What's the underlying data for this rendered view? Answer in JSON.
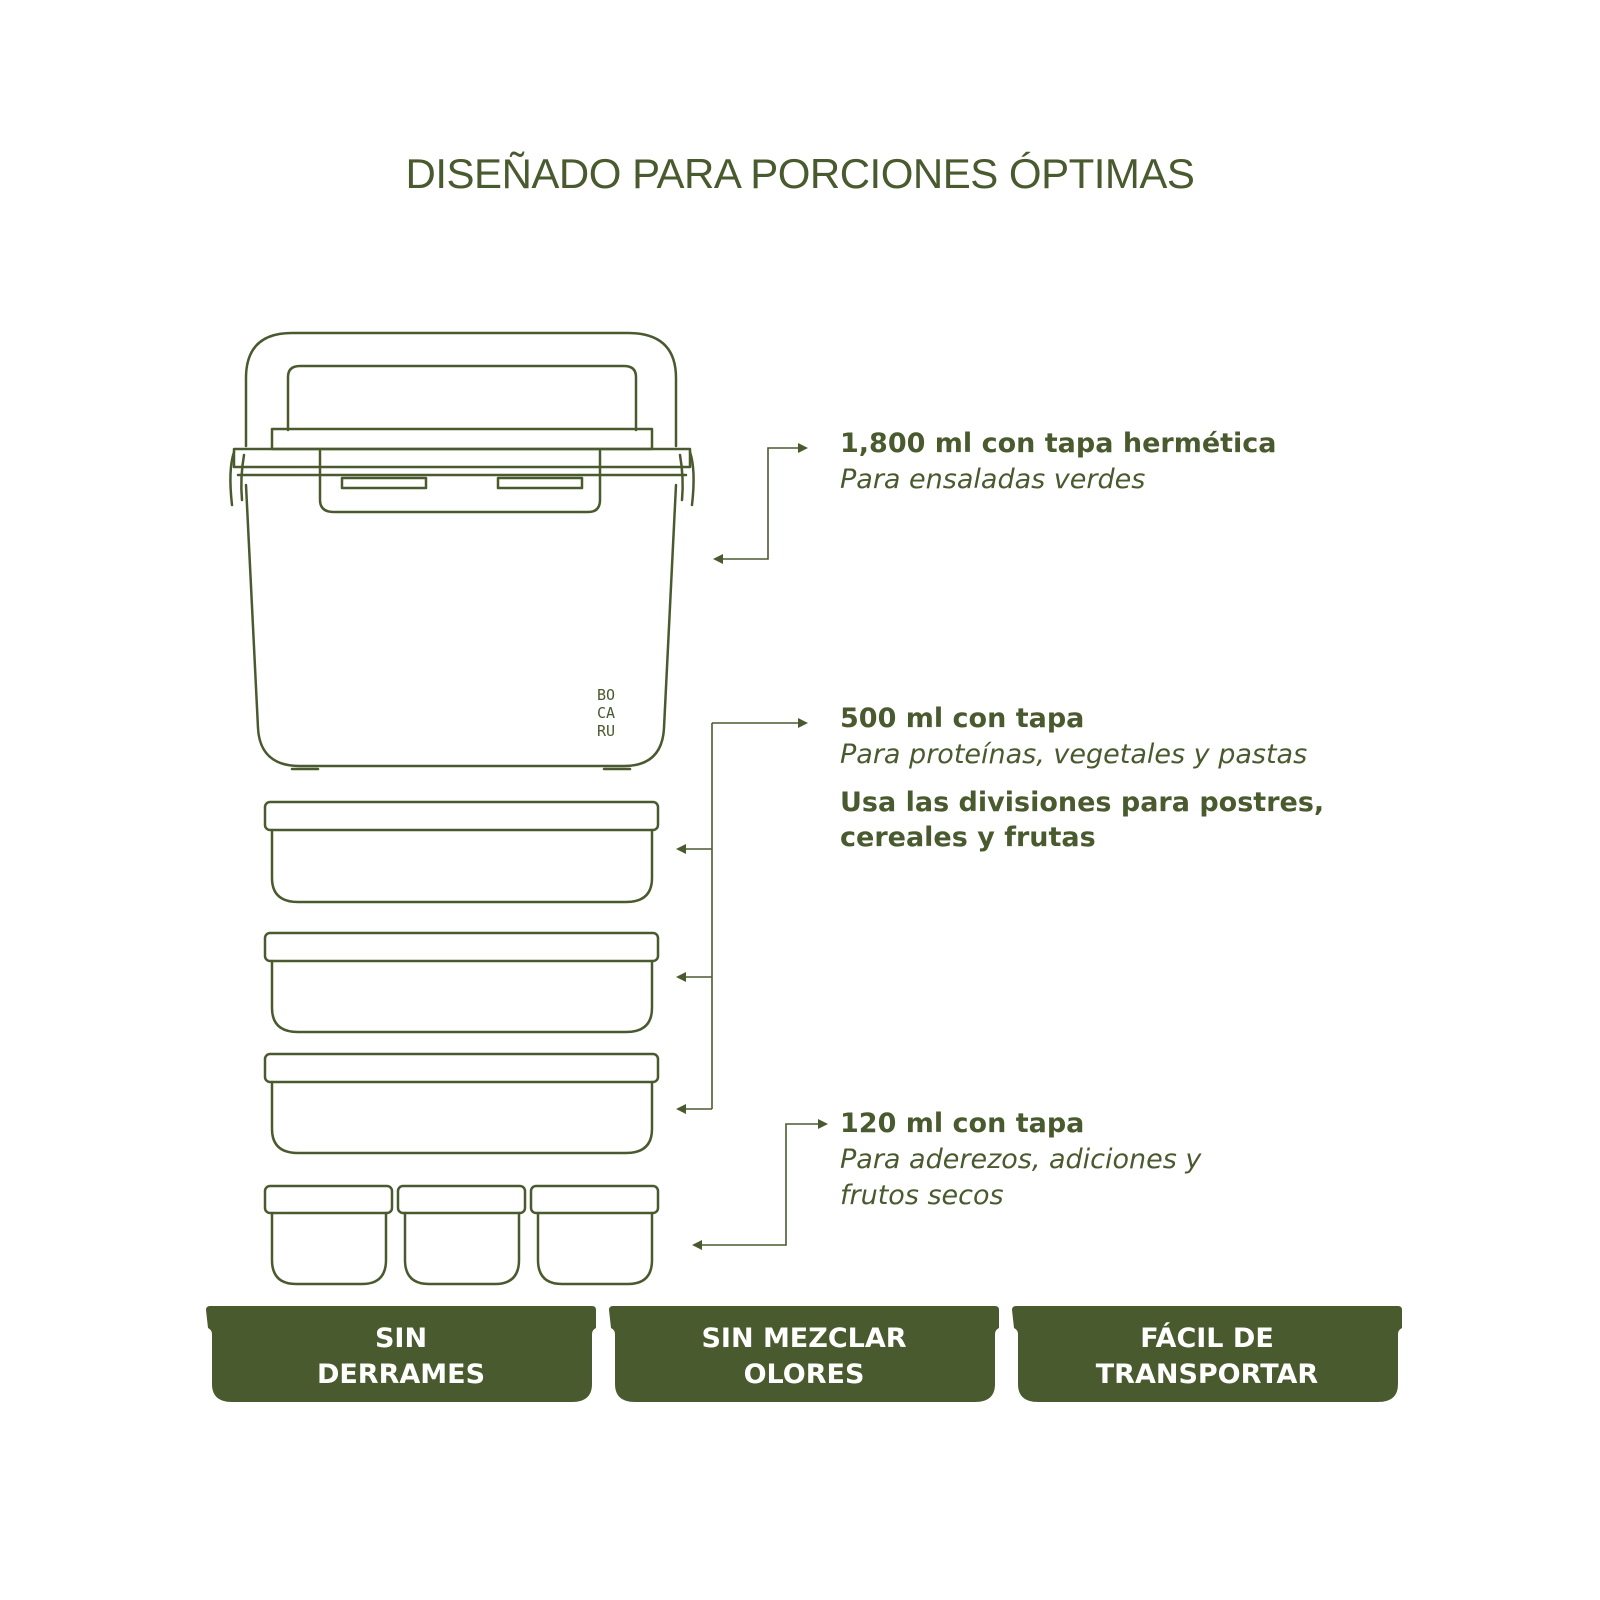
{
  "title": "DISEÑADO PARA PORCIONES ÓPTIMAS",
  "brand_logo": "BOCARU",
  "colors": {
    "primary": "#4a5a2f",
    "line": "#4a5a2f",
    "badge_text": "#ffffff"
  },
  "callouts": [
    {
      "heading": "1,800 ml con tapa hermética",
      "description": "Para ensaladas verdes"
    },
    {
      "heading": "500 ml con tapa",
      "description": "Para proteínas, vegetales y pastas",
      "note": "Usa las divisiones para postres,\ncereales y frutas"
    },
    {
      "heading": "120 ml con tapa",
      "description": "Para aderezos, adiciones y\nfrutos secos"
    }
  ],
  "badges": [
    {
      "label": "SIN\nDERRAMES"
    },
    {
      "label": "SIN MEZCLAR\nOLORES"
    },
    {
      "label": "FÁCIL DE\nTRANSPORTAR"
    }
  ]
}
